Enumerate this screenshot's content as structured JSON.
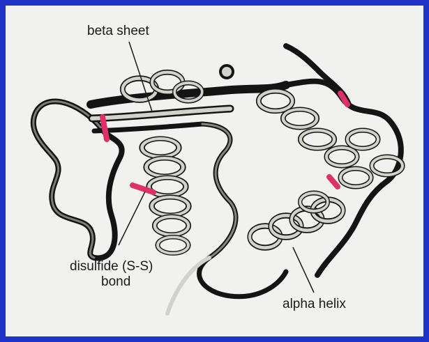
{
  "diagram": {
    "labels": {
      "beta_sheet": "beta sheet",
      "disulfide_line1": "disulfide (S-S)",
      "disulfide_line2": "bond",
      "alpha_helix": "alpha helix"
    },
    "colors": {
      "frame_border": "#1f33c8",
      "background": "#f1f1ef",
      "ribbon_dark": "#141414",
      "ribbon_light": "#d2d2cc",
      "disulfide_bond": "#e0306a"
    }
  }
}
